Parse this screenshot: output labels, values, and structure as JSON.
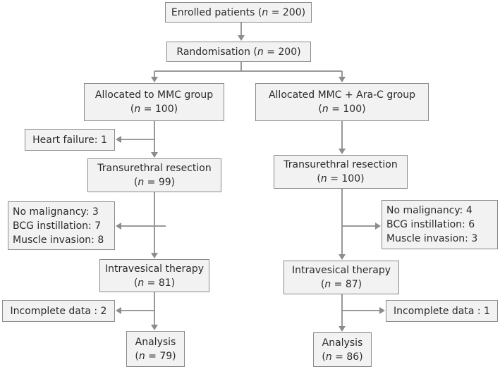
{
  "enrolled": {
    "prefix": "Enrolled patients (",
    "n": "n",
    "suffix": " = 200)"
  },
  "randomisation": {
    "prefix": "Randomisation (",
    "n": "n",
    "suffix": " = 200)"
  },
  "left_arm": {
    "allocated": {
      "line1": "Allocated to MMC group",
      "n": "n",
      "line2": " = 100)",
      "open": "("
    },
    "excluded_1": {
      "text": "Heart failure: 1"
    },
    "tur": {
      "line1": "Transurethral resection",
      "open": "(",
      "n": "n",
      "line2": " = 99)"
    },
    "excluded_2": {
      "items": [
        "No malignancy: 3",
        "BCG instillation: 7",
        "Muscle invasion: 8"
      ]
    },
    "therapy": {
      "line1": "Intravesical therapy",
      "open": "(",
      "n": "n",
      "line2": " = 81)"
    },
    "excluded_3": {
      "text": "Incomplete data : 2"
    },
    "analysis": {
      "line1": "Analysis",
      "open": "(",
      "n": "n",
      "line2": " = 79)"
    }
  },
  "right_arm": {
    "allocated": {
      "line1": "Allocated MMC + Ara-C group",
      "open": "(",
      "n": "n",
      "line2": " = 100)"
    },
    "tur": {
      "line1": "Transurethral resection",
      "open": "(",
      "n": "n",
      "line2": " = 100)"
    },
    "excluded_2": {
      "items": [
        "No malignancy: 4",
        "BCG instillation: 6",
        "Muscle invasion: 3"
      ]
    },
    "therapy": {
      "line1": "Intravesical therapy",
      "open": "(",
      "n": "n",
      "line2": " = 87)"
    },
    "excluded_3": {
      "text": "Incomplete data : 1"
    },
    "analysis": {
      "line1": "Analysis",
      "open": "(",
      "n": "n",
      "line2": " = 86)"
    }
  },
  "colors": {
    "box_fill": "#f2f2f2",
    "box_border": "#8a8a8a",
    "connector": "#8c8c8c"
  }
}
